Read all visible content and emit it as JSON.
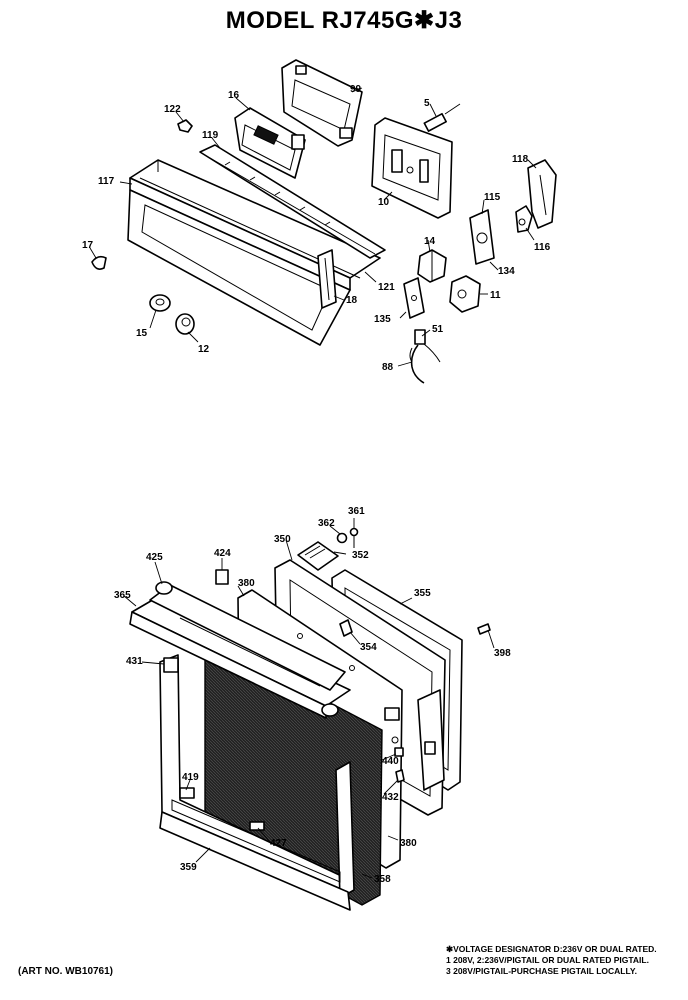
{
  "title": "MODEL RJ745G✱J3",
  "art_number": "(ART NO. WB10761)",
  "notes": [
    "✱VOLTAGE DESIGNATOR D:236V OR DUAL RATED.",
    "1  208V, 2:236V/PIGTAIL OR DUAL RATED PIGTAIL.",
    "3  208V/PIGTAIL-PURCHASE PIGTAIL LOCALLY."
  ],
  "callouts": {
    "c5": "5",
    "c10": "10",
    "c11": "11",
    "c12": "12",
    "c14": "14",
    "c15": "15",
    "c16": "16",
    "c17": "17",
    "c18": "18",
    "c51": "51",
    "c88": "88",
    "c99": "99",
    "c115": "115",
    "c116": "116",
    "c117": "117",
    "c118": "118",
    "c119": "119",
    "c121": "121",
    "c122": "122",
    "c134": "134",
    "c135": "135",
    "c350": "350",
    "c352": "352",
    "c354": "354",
    "c355": "355",
    "c358": "358",
    "c359": "359",
    "c361": "361",
    "c362": "362",
    "c365": "365",
    "c380a": "380",
    "c380b": "380",
    "c398": "398",
    "c419": "419",
    "c424": "424",
    "c425": "425",
    "c427": "427",
    "c431": "431",
    "c432": "432",
    "c440": "440"
  }
}
